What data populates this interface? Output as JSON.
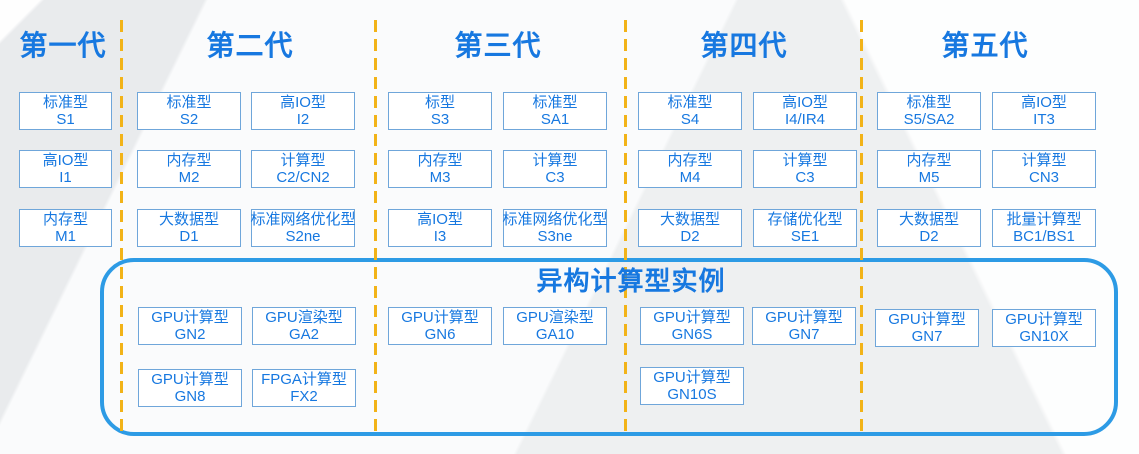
{
  "hetero_section": {
    "title": "异构计算型实例"
  },
  "colors": {
    "accent_blue": "#1778e0",
    "box_border_blue": "#6fa6da",
    "hetero_border_blue": "#2d9be5",
    "divider_yellow": "#f2b318"
  },
  "generations": [
    {
      "label": "第一代",
      "standard": [
        {
          "type": "标准型",
          "code": "S1"
        },
        {
          "type": "高IO型",
          "code": "I1"
        },
        {
          "type": "内存型",
          "code": "M1"
        }
      ],
      "gpu": []
    },
    {
      "label": "第二代",
      "standard": [
        {
          "type": "标准型",
          "code": "S2"
        },
        {
          "type": "高IO型",
          "code": "I2"
        },
        {
          "type": "内存型",
          "code": "M2"
        },
        {
          "type": "计算型",
          "code": "C2/CN2"
        },
        {
          "type": "大数据型",
          "code": "D1"
        },
        {
          "type": "标准网络优化型",
          "code": "S2ne"
        }
      ],
      "gpu": [
        {
          "type": "GPU计算型",
          "code": "GN2"
        },
        {
          "type": "GPU渲染型",
          "code": "GA2"
        },
        {
          "type": "GPU计算型",
          "code": "GN8"
        },
        {
          "type": "FPGA计算型",
          "code": "FX2"
        }
      ]
    },
    {
      "label": "第三代",
      "standard": [
        {
          "type": "标型",
          "code": "S3"
        },
        {
          "type": "标准型",
          "code": "SA1"
        },
        {
          "type": "内存型",
          "code": "M3"
        },
        {
          "type": "计算型",
          "code": "C3"
        },
        {
          "type": "高IO型",
          "code": "I3"
        },
        {
          "type": "标准网络优化型",
          "code": "S3ne"
        }
      ],
      "gpu": [
        {
          "type": "GPU计算型",
          "code": "GN6"
        },
        {
          "type": "GPU渲染型",
          "code": "GA10"
        }
      ]
    },
    {
      "label": "第四代",
      "standard": [
        {
          "type": "标准型",
          "code": "S4"
        },
        {
          "type": "高IO型",
          "code": "I4/IR4"
        },
        {
          "type": "内存型",
          "code": "M4"
        },
        {
          "type": "计算型",
          "code": "C3"
        },
        {
          "type": "大数据型",
          "code": "D2"
        },
        {
          "type": "存储优化型",
          "code": "SE1"
        }
      ],
      "gpu": [
        {
          "type": "GPU计算型",
          "code": "GN6S"
        },
        {
          "type": "GPU计算型",
          "code": "GN7"
        },
        {
          "type": "GPU计算型",
          "code": "GN10S"
        }
      ]
    },
    {
      "label": "第五代",
      "standard": [
        {
          "type": "标准型",
          "code": "S5/SA2"
        },
        {
          "type": "高IO型",
          "code": "IT3"
        },
        {
          "type": "内存型",
          "code": "M5"
        },
        {
          "type": "计算型",
          "code": "CN3"
        },
        {
          "type": "大数据型",
          "code": "D2"
        },
        {
          "type": "批量计算型",
          "code": "BC1/BS1"
        }
      ],
      "gpu": [
        {
          "type": "GPU计算型",
          "code": "GN7"
        },
        {
          "type": "GPU计算型",
          "code": "GN10X"
        }
      ]
    }
  ]
}
